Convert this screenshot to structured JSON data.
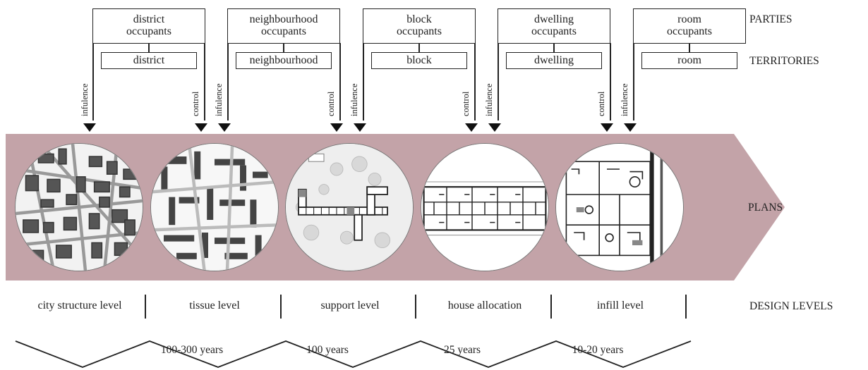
{
  "parties": [
    {
      "label": "district\noccupants"
    },
    {
      "label": "neighbourhood\noccupants"
    },
    {
      "label": "block\noccupants"
    },
    {
      "label": "dwelling\noccupants"
    },
    {
      "label": "room\noccupants"
    }
  ],
  "territories": [
    "district",
    "neighbourhood",
    "block",
    "dwelling",
    "room"
  ],
  "row_labels": {
    "parties": "PARTIES",
    "territories": "TERRITORIES",
    "plans": "PLANS",
    "design_levels": "DESIGN LEVELS"
  },
  "arrow_labels": {
    "influence": "infulence",
    "control": "control"
  },
  "design_levels": [
    "city structure level",
    "tissue level",
    "support level",
    "house allocation",
    "infill level"
  ],
  "durations": [
    "100-300 years",
    "100 years",
    "25 years",
    "10-20 years"
  ],
  "colors": {
    "band": "#c3a3a8",
    "line": "#222222",
    "arrow": "#111111"
  },
  "plans": [
    "city-map-icon",
    "tissue-map-icon",
    "support-plan-icon",
    "house-plan-icon",
    "infill-plan-icon"
  ]
}
